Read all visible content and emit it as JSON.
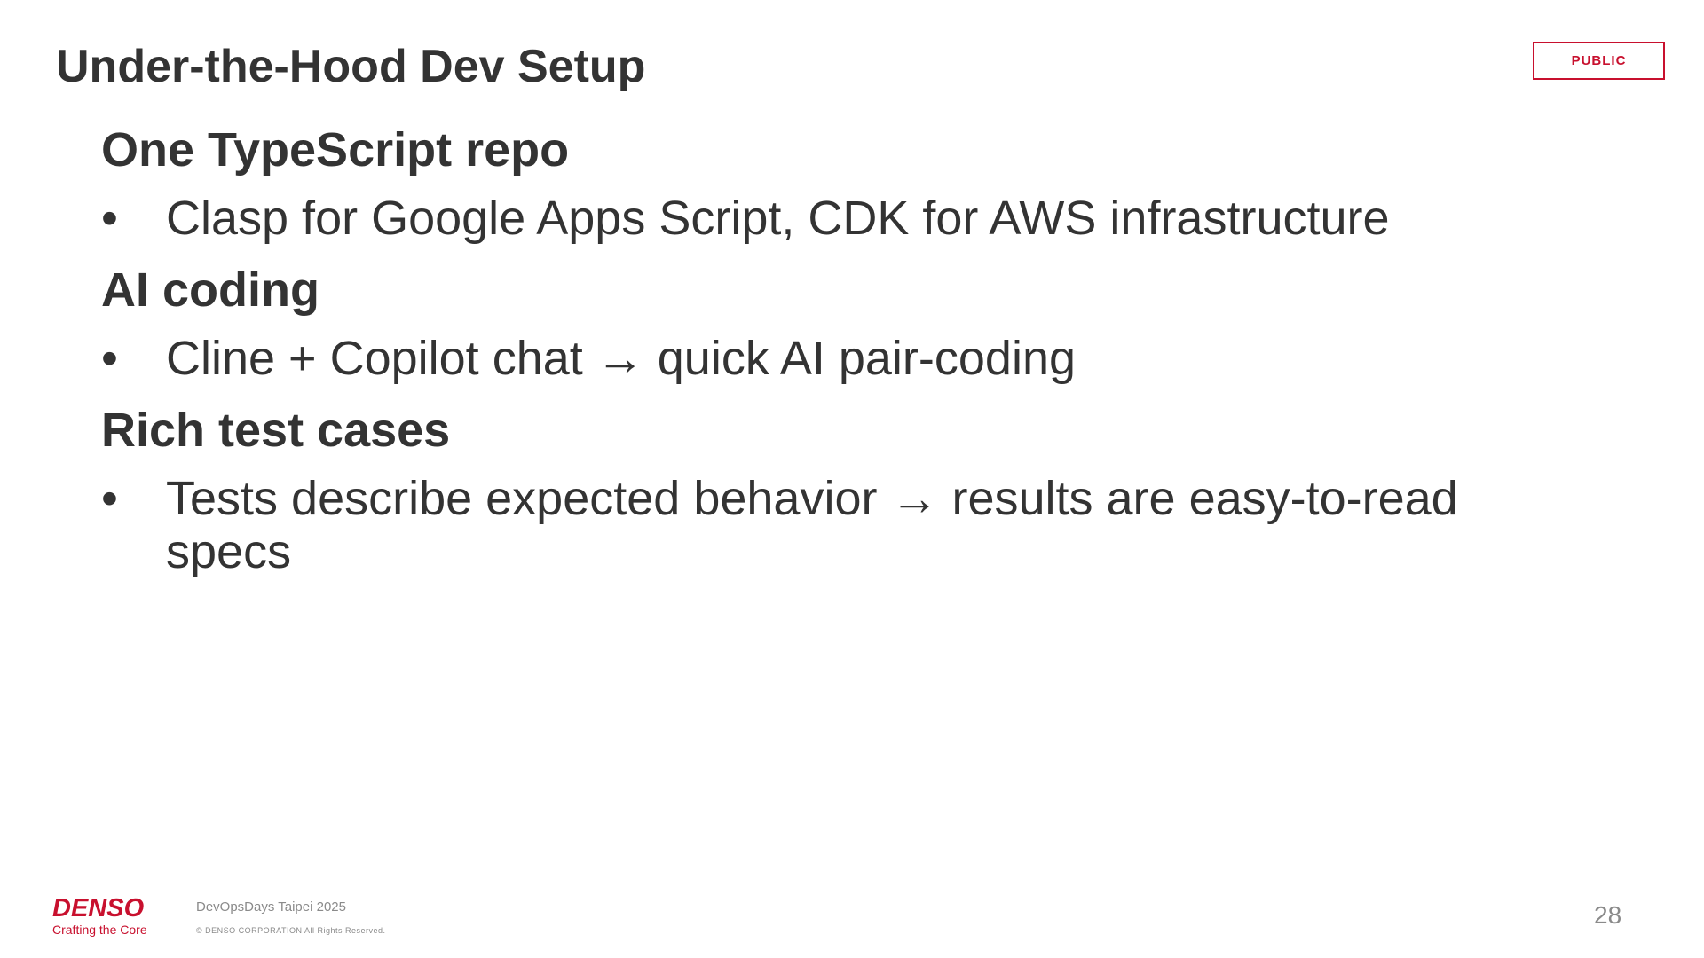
{
  "slide": {
    "title": "Under-the-Hood Dev Setup",
    "classification": "PUBLIC",
    "sections": [
      {
        "heading": "One TypeScript repo",
        "bullets": [
          "Clasp for Google Apps Script, CDK for AWS infrastructure"
        ]
      },
      {
        "heading": "AI coding",
        "bullets": [
          "Cline + Copilot chat → quick AI pair-coding"
        ]
      },
      {
        "heading": "Rich test cases",
        "bullets": [
          "Tests describe expected behavior → results are easy-to-read specs"
        ]
      }
    ],
    "bullet_glyph": "•"
  },
  "footer": {
    "logo_word": "DENSO",
    "logo_tagline": "Crafting the Core",
    "event": "DevOpsDays Taipei 2025",
    "copyright": "© DENSO CORPORATION All Rights Reserved.",
    "page_number": "28"
  },
  "colors": {
    "brand_red": "#c8102e",
    "text_dark": "#333333",
    "text_muted": "#8a8a8a",
    "background": "#ffffff"
  }
}
